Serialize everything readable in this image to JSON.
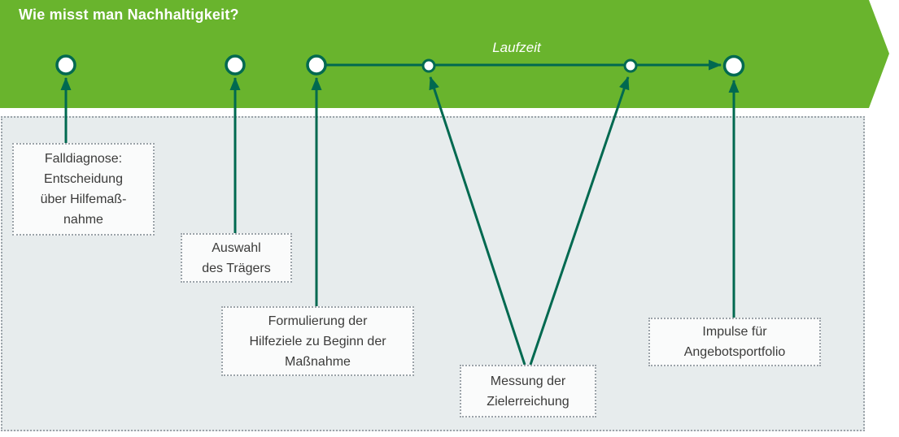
{
  "banner": {
    "title": "Wie misst man Nachhaltigkeit?",
    "timeline_label": "Laufzeit"
  },
  "annotations": [
    {
      "label": "Falldiagnose:\nEntscheidung\nüber Hilfemaß-\nnahme"
    },
    {
      "label": "Auswahl\ndes Trägers"
    },
    {
      "label": "Formulierung der\nHilfeziele zu Beginn der\nMaßnahme"
    },
    {
      "label": "Messung der\nZielerreichung"
    },
    {
      "label": "Impulse für\nAngebotsportfolio"
    }
  ],
  "colors": {
    "banner-green": "#69b42d",
    "arrow-green": "#006950",
    "panel-bg": "#e7eced",
    "box-bg": "#fafbfb",
    "dot-border": "#9ba3a9",
    "text-dark": "#3b3b3a",
    "text-white": "#ffffff"
  }
}
